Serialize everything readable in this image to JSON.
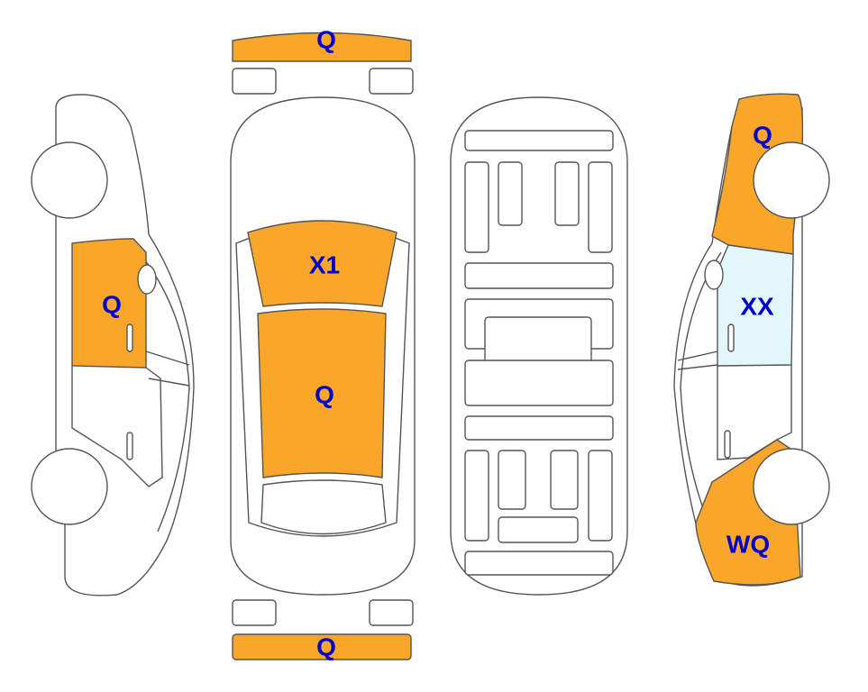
{
  "colors": {
    "damage": "#F9A62B",
    "glass_damage": "#E2F6FC",
    "label": "#0000CC"
  },
  "labels": {
    "front_bumper": "Q",
    "windshield": "X1",
    "roof": "Q",
    "rear_bumper": "Q",
    "left_front_door": "Q",
    "right_front_fender": "Q",
    "right_front_door_window": "XX",
    "right_rear_quarter": "WQ"
  }
}
